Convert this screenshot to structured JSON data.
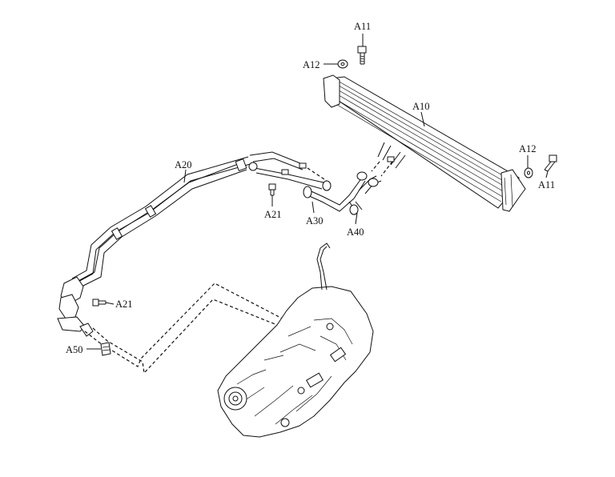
{
  "labels": {
    "a11_top": "A11",
    "a12_top": "A12",
    "a10": "A10",
    "a12_right": "A12",
    "a11_right": "A11",
    "a20": "A20",
    "a21_mid": "A21",
    "a30": "A30",
    "a40": "A40",
    "a21_left": "A21",
    "a50": "A50"
  },
  "colors": {
    "line": "#111111",
    "background": "#ffffff"
  }
}
